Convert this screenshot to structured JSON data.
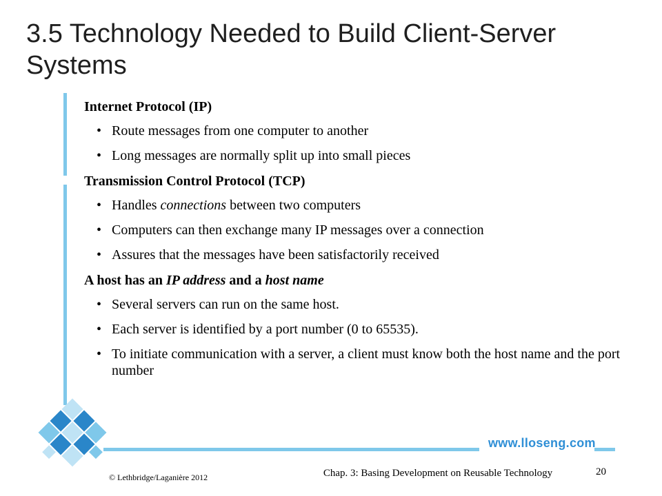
{
  "slide": {
    "title": "3.5 Technology Needed to Build Client-Server Systems",
    "logo_text": "www.lloseng.com",
    "sections": [
      {
        "heading": [
          {
            "t": "Internet Protocol (IP)"
          }
        ],
        "bullets": [
          [
            {
              "t": "Route messages from one computer to another"
            }
          ],
          [
            {
              "t": "Long messages are normally split up into small pieces"
            }
          ]
        ]
      },
      {
        "heading": [
          {
            "t": "Transmission Control Protocol (TCP)"
          }
        ],
        "bullets": [
          [
            {
              "t": "Handles "
            },
            {
              "t": "connections",
              "i": true
            },
            {
              "t": " between two computers"
            }
          ],
          [
            {
              "t": "Computers can then exchange many IP messages over a connection"
            }
          ],
          [
            {
              "t": "Assures that the messages have been satisfactorily received"
            }
          ]
        ]
      },
      {
        "heading": [
          {
            "t": "A host has an "
          },
          {
            "t": "IP address",
            "i": true
          },
          {
            "t": " and a "
          },
          {
            "t": "host name",
            "i": true
          }
        ],
        "bullets": [
          [
            {
              "t": "Several servers can run on the same host."
            }
          ],
          [
            {
              "t": "Each server is identified by a port number (0 to 65535)."
            }
          ],
          [
            {
              "t": "To initiate communication with a server, a client must know both the host name and the port number"
            }
          ]
        ]
      }
    ]
  },
  "footer": {
    "copyright": "© Lethbridge/Laganière 2012",
    "chapter": "Chap. 3: Basing Development on Reusable Technology",
    "page_number": "20"
  },
  "colors": {
    "accent": "#7fc8ea",
    "logo": "#2f8fd6",
    "mosaic_dark": "#2a86c9",
    "mosaic_light": "#bfe3f5"
  }
}
